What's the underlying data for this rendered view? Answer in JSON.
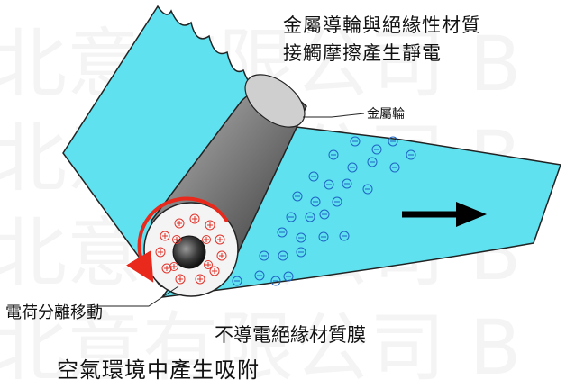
{
  "labels": {
    "title_line1": "金屬導輪與絕緣性材質",
    "title_line2": "接觸摩擦產生靜電",
    "roller": "金屬輪",
    "charge_separation": "電荷分離移動",
    "film": "不導電絕緣材質膜",
    "air_adsorption": "空氣環境中產生吸附"
  },
  "watermark": {
    "text": "北意有限公司 B"
  },
  "symbols": {
    "positive": "⊕",
    "negative": "⊖"
  },
  "colors": {
    "film": "#5fe1ef",
    "roller_dark": "#4a4a4a",
    "roller_light": "#a8a8a8",
    "rotation_arrow": "#e8291c",
    "positive_charge": "#e2332a",
    "negative_charge": "#1f64c4",
    "direction_arrow": "#000000"
  },
  "icons": [
    "direction-arrow-icon",
    "rotation-arrow-icon",
    "positive-charge-icon",
    "negative-charge-icon"
  ]
}
